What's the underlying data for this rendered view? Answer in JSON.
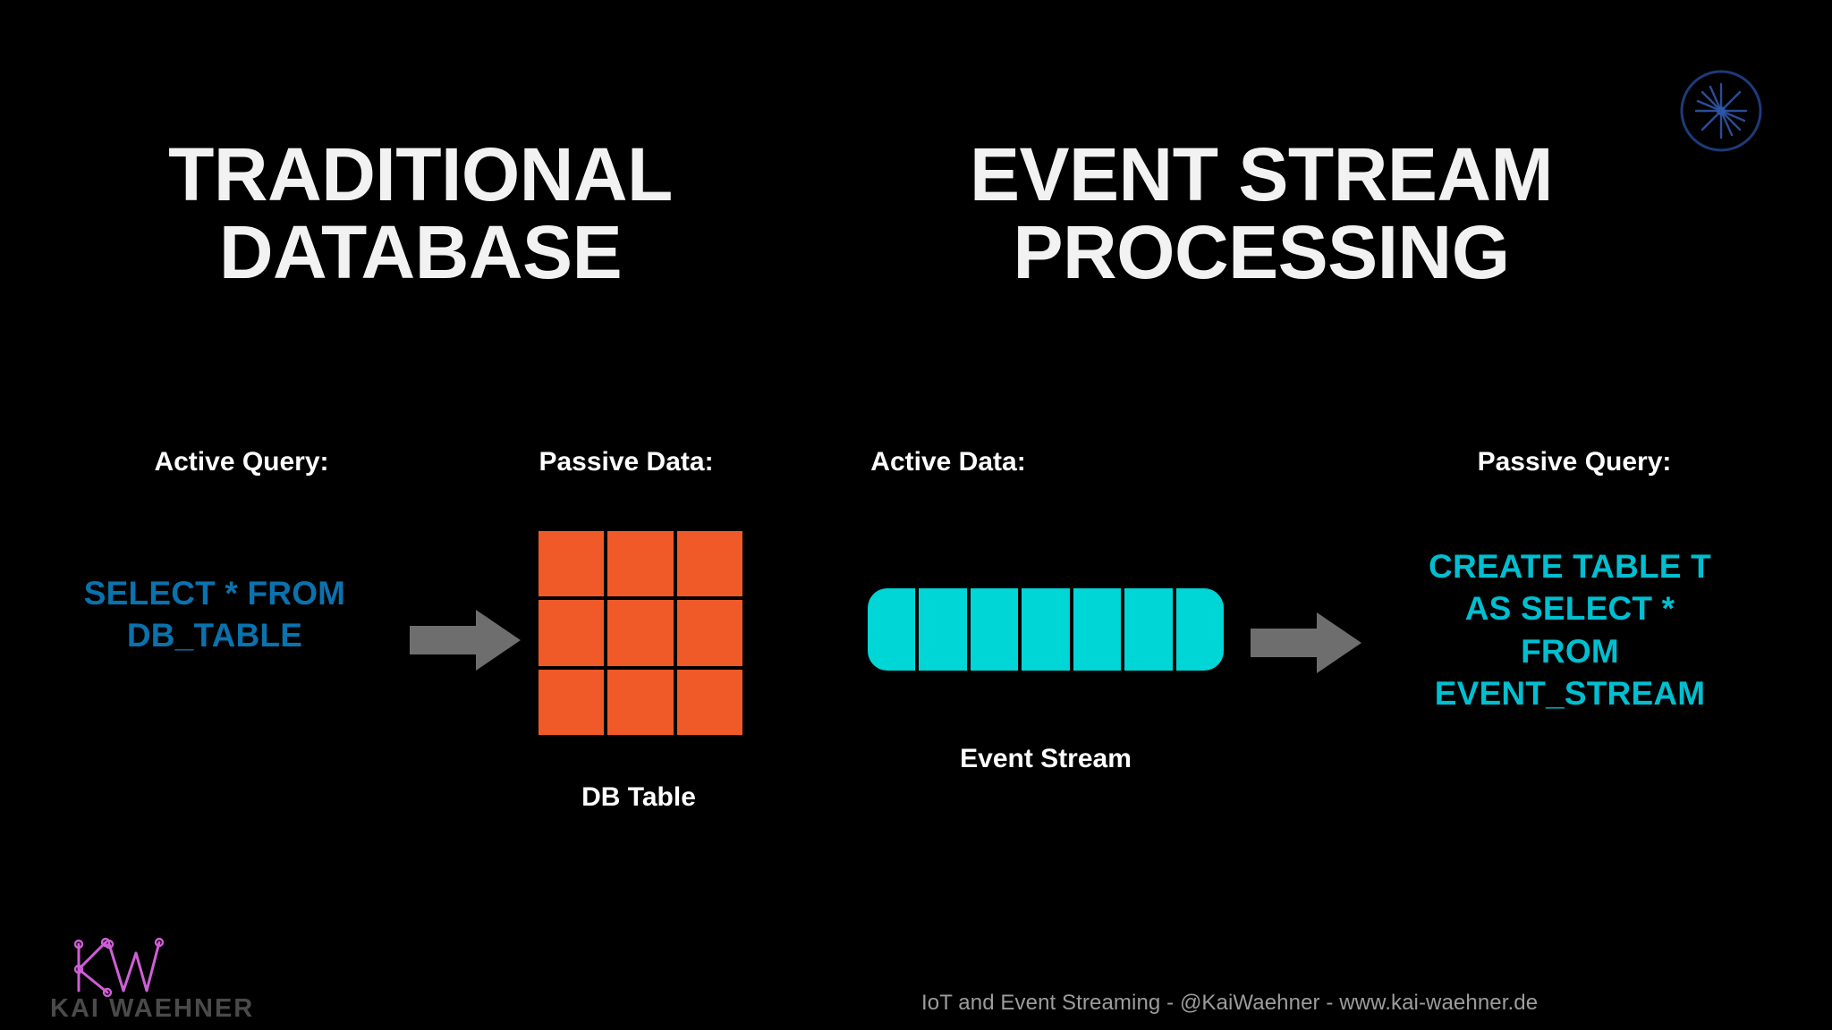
{
  "slide": {
    "background_color": "#000000",
    "headings": [
      {
        "id": "traditional-database",
        "text": "TRADITIONAL\nDATABASE"
      },
      {
        "id": "event-stream-processing",
        "text": "EVENT STREAM\nPROCESSING"
      }
    ],
    "captions": {
      "active_query": "Active Query:",
      "passive_data": "Passive Data:",
      "active_data": "Active Data:",
      "passive_query": "Passive Query:"
    },
    "sql": {
      "left": "SELECT * FROM\nDB_TABLE",
      "left_color": "#0a72ad",
      "right": "CREATE TABLE T\nAS SELECT *\nFROM\nEVENT_STREAM",
      "right_color": "#00bfd1"
    },
    "shapes": {
      "db_table_label": "DB Table",
      "db_table_color": "#f05a28",
      "db_table_rows": 3,
      "db_table_cols": 3,
      "event_stream_label": "Event Stream",
      "event_stream_color": "#00d6d6",
      "event_stream_segments": 7,
      "arrow_color": "#6e6e6e"
    },
    "footer": "IoT and Event Streaming - @KaiWaehner - www.kai-waehner.de",
    "logo": {
      "monogram": "KW",
      "wordmark": "KAI WAEHNER",
      "accent_color": "#cf5fd6"
    },
    "brand_mark": {
      "name": "confluent-starburst-logo",
      "color": "#1b2e6b"
    }
  }
}
